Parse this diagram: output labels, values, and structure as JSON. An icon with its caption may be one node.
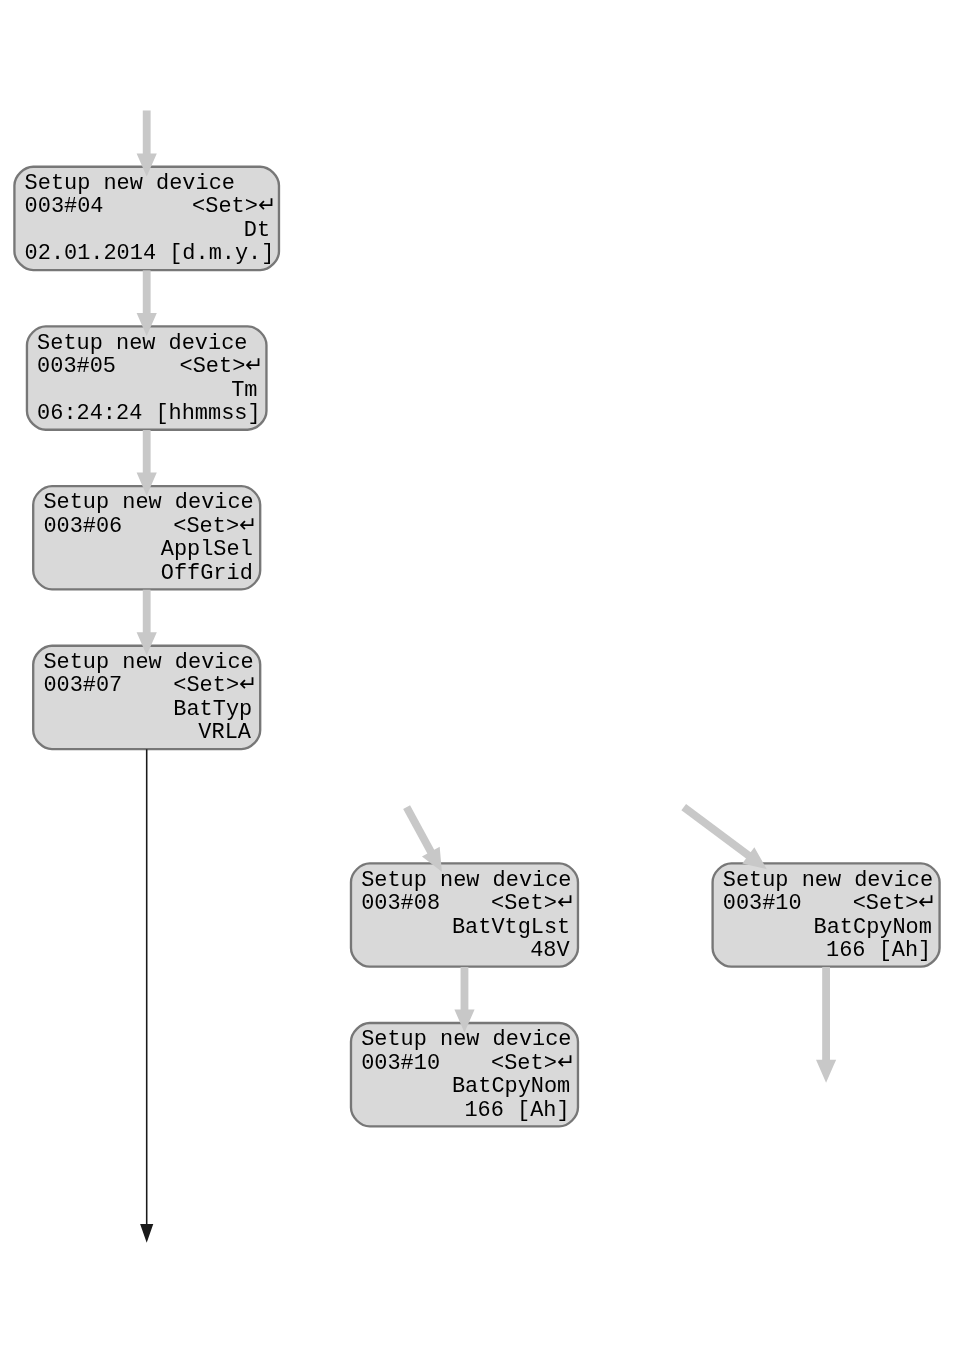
{
  "diagram": {
    "nodes": [
      {
        "text": [
          "Setup new device",
          "003#04",
          "<Set>↵",
          "Dt",
          "02.01.2014 [d.m.y.]"
        ]
      },
      {
        "text": [
          "Setup new device",
          "003#05",
          "<Set>↵",
          "Tm",
          "06:24:24 [hhmmss]"
        ]
      },
      {
        "text": [
          "Setup new device",
          "003#06",
          "<Set>↵",
          "ApplSel",
          "OffGrid"
        ]
      },
      {
        "text": [
          "Setup new device",
          "003#07",
          "<Set>↵",
          "BatTyp",
          "VRLA"
        ]
      },
      {
        "text": [
          "Setup new device",
          "003#08",
          "<Set>↵",
          "BatVtgLst",
          "48V"
        ]
      },
      {
        "text": [
          "Setup new device",
          "003#10",
          "<Set>↵",
          "BatCpyNom",
          "166 [Ah]"
        ]
      },
      {
        "text": [
          "Setup new device",
          "003#10",
          "<Set>↵",
          "BatCpyNom",
          "166 [Ah]"
        ]
      }
    ],
    "edges": [
      {
        "from": null,
        "to": 0,
        "arrow": "to"
      },
      {
        "from": 0,
        "to": 1,
        "arrow": "to"
      },
      {
        "from": 1,
        "to": 2,
        "arrow": "to"
      },
      {
        "from": 2,
        "to": 3,
        "arrow": "to"
      },
      {
        "from": 3,
        "to": null,
        "arrow": "to",
        "color": "#1a1a1a"
      },
      {
        "from": null,
        "to": 4,
        "arrow": "to"
      },
      {
        "from": 4,
        "to": 5,
        "arrow": "to"
      },
      {
        "from": 6,
        "to": null,
        "arrow": "to"
      },
      {
        "from": null,
        "to": 6,
        "arrow": "to"
      }
    ]
  }
}
